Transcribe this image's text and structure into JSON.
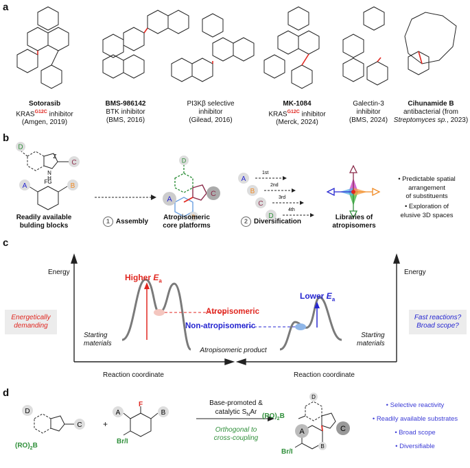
{
  "panels": {
    "a": "a",
    "b": "b",
    "c": "c",
    "d": "d"
  },
  "colors": {
    "red": "#e0261f",
    "blue": "#2525d0",
    "green": "#2f8f3a",
    "orange": "#f08a24",
    "purple": "#8b2b4a",
    "gray": "#808080"
  },
  "panel_a": {
    "compounds": [
      {
        "name": "Sotorasib",
        "line2": "KRAS",
        "sup": "G12C",
        "line2b": " inhibitor",
        "line3": "(Amgen, 2019)",
        "line4": ""
      },
      {
        "name": "BMS-986142",
        "line2": "BTK inhibitor",
        "sup": "",
        "line2b": "",
        "line3": "(BMS, 2016)",
        "line4": ""
      },
      {
        "name": "",
        "line2": "PI3Kβ selective",
        "sup": "",
        "line2b": "",
        "line3": "inhibitor",
        "line4": "(Gilead, 2016)"
      },
      {
        "name": "MK-1084",
        "line2": "KRAS",
        "sup": "G12C",
        "line2b": " inhibitor",
        "line3": "(Merck, 2024)",
        "line4": ""
      },
      {
        "name": "",
        "line2": "Galectin-3",
        "sup": "",
        "line2b": "",
        "line3": "inhibitor",
        "line4": "(BMS, 2024)"
      },
      {
        "name": "Cihunamide B",
        "line2": "antibacterial (from",
        "sup": "",
        "line2b": "",
        "line3": "Streptomyces sp.",
        "line3b": ", 2023)",
        "line4": ""
      }
    ]
  },
  "panel_b": {
    "building_blocks": "Readily available\nbulding blocks",
    "step1_num": "1",
    "step1": "Assembly",
    "core": "Atropisomeric\ncore platforms",
    "step2_num": "2",
    "step2": "Diversification",
    "libraries": "Libraries of\natropisomers",
    "orders": [
      "1st",
      "2nd",
      "3rd",
      "4th"
    ],
    "labels": {
      "A": "A",
      "B": "B",
      "C": "C",
      "D": "D",
      "Z": "Z",
      "NH": "N\nH",
      "FG": "FG"
    },
    "bullets": [
      "• Predictable spatial\narrangement\nof substituents",
      "• Exploration of\nelusive 3D spaces"
    ]
  },
  "panel_c": {
    "energy": "Energy",
    "higher": "Higher ",
    "lower": "Lower ",
    "ea": "E",
    "ea_sub": "a",
    "atropisomeric": "Atropisomeric",
    "non_atropisomeric": "Non-atropisomeric",
    "starting": "Starting\nmaterials",
    "product": "Atropisomeric product",
    "reaction_coordinate": "Reaction coordinate",
    "left_box": "Energetically\ndemanding",
    "right_box": "Fast reactions?\nBroad scope?"
  },
  "panel_d": {
    "plus": "+",
    "arrow_top": "Base-promoted &",
    "arrow_top2": "catalytic S",
    "arrow_top2_sub": "N",
    "arrow_top2b": "Ar",
    "arrow_bottom": "Orthogonal to\ncross-coupling",
    "boronate": "(RO)",
    "boronate_sub": "2",
    "boronate_b": "B",
    "brI": "Br/I",
    "F": "F",
    "bullets": [
      "• Selective reactivity",
      "• Readily available substrates",
      "• Broad scope",
      "• Diversifiable"
    ]
  }
}
